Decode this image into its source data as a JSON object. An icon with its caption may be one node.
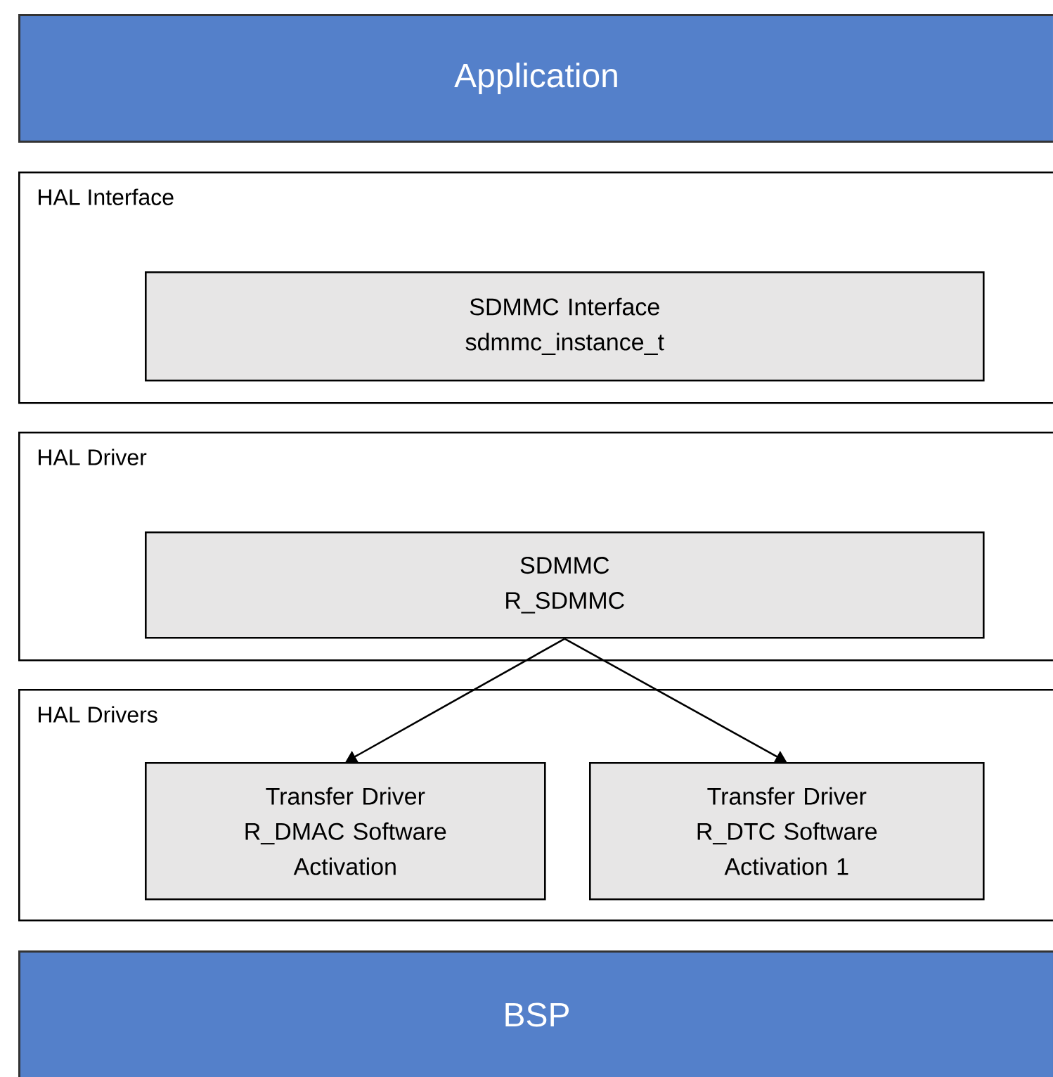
{
  "diagram": {
    "nodes": [
      {
        "text": [
          "Application"
        ]
      },
      {
        "text": [
          "HAL Interface"
        ]
      },
      {
        "text": [
          "SDMMC Interface",
          "sdmmc_instance_t"
        ],
        "in": 1
      },
      {
        "text": [
          "HAL Driver"
        ]
      },
      {
        "text": [
          "SDMMC",
          "R_SDMMC"
        ],
        "in": 3
      },
      {
        "text": [
          "HAL Drivers"
        ]
      },
      {
        "text": [
          "Transfer Driver",
          "R_DMAC Software Activation"
        ],
        "in": 5
      },
      {
        "text": [
          "Transfer Driver",
          "R_DTC Software Activation 1"
        ],
        "in": 5
      },
      {
        "text": [
          "BSP"
        ]
      }
    ],
    "edges": [
      {
        "from": 4,
        "to": 6,
        "arrow": "to"
      },
      {
        "from": 4,
        "to": 7,
        "arrow": "to"
      }
    ]
  }
}
